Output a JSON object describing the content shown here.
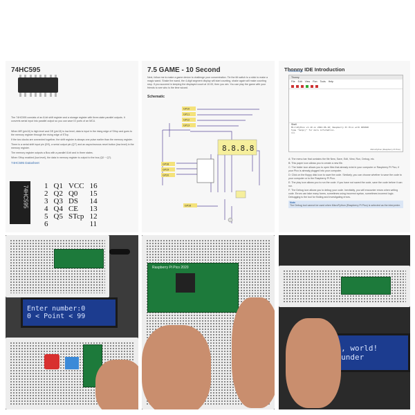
{
  "panels": {
    "chip_page": {
      "title": "74HC595",
      "intro": "The 74HC595 consists of an 8-bit shift register and a storage register with three-state parallel outputs. It converts serial input into parallel output so you can save IO ports of an MCU.",
      "bullets": [
        "When MR (pin10) is high level and OE (pin13) is low level, data is input in the rising edge of SHcp and goes to the memory register through the rising edge of STcp.",
        "If the two clocks are connected together, the shift register is always one pulse earlier than the memory register.",
        "There is a serial shift input pin (DS), a serial output pin (Q7') and an asynchronous reset button (low level) in the memory register.",
        "The memory register outputs a Bus with a parallel 8-bit and in three states.",
        "When SHcp enabled (low level), the data in memory register is output to the bus (Q0 ~ Q7)."
      ],
      "link": "74HC595 Datasheet",
      "dip_label": "74HC595",
      "pinout": [
        [
          "1",
          "Q1",
          "VCC",
          "16"
        ],
        [
          "2",
          "Q2",
          "Q0",
          "15"
        ],
        [
          "3",
          "Q3",
          "DS",
          "14"
        ],
        [
          "4",
          "Q4",
          "CE",
          "13"
        ],
        [
          "5",
          "Q5",
          "STcp",
          "12"
        ],
        [
          "6",
          "",
          "",
          "11"
        ]
      ]
    },
    "game_page": {
      "title": "7.5 GAME - 10 Second",
      "intro": "Next, follow me to make a game device to challenge your concentration. Tie the tilt switch to a stick to make a magic wand. Shake the wand, the 4-digit segment display will start counting, shake again will make counting stop. If you succeed in keeping the displayed count at 10.00, then you win. You can play the game with your friends to see who is the time wizard.",
      "schematic_label": "Schematic",
      "display_value": "8.8.8.8",
      "gp_labels": [
        "GP10",
        "GP11",
        "GP12",
        "GP13",
        "GP18",
        "GP19",
        "GP20",
        "GP16"
      ]
    },
    "ide_page": {
      "title": "Thonny IDE Introduction",
      "subtitle": "Introduction",
      "window_title": "Thonny",
      "menu": [
        "File",
        "Edit",
        "View",
        "Run",
        "Tools",
        "Help"
      ],
      "shell_label": "Shell",
      "shell_text": "MicroPython v1.19 on 2022-06-18; Raspberry Pi Pico with RP2040\nType \"help()\" for more information.\n>>>",
      "status_text": "MicroPython (Raspberry Pi Pico)",
      "items": [
        "A: The menu bar that contains the file New, Save, Edit, View, Run, Debug, etc.",
        "B: This paper icon allows you to create a new file.",
        "C: The folder icon allows you to open files that already exist in your computer or Raspberry Pi Pico, if your Pico is already plugged into your computer.",
        "D: Click on the floppy disk icon to save the code. Similarly, you can choose whether to save the code to your computer or to the Raspberry Pi Pico.",
        "E: The play icon allows you to run the code. If you have not saved the code, save the code before it can run.",
        "F: The Debug icon allows you to debug your code. Inevitably, you will encounter errors when writing code. Errors can take many forms, sometimes using incorrect syntax, sometimes incorrect logic. Debugging is the tool for finding and investigating errors."
      ],
      "note_label": "Note",
      "note_text": "The Debug tool cannot be used when MicroPython (Raspberry Pi Pico) is selected as the interpreter."
    }
  },
  "photos": {
    "lcd_number": {
      "line1": "Enter number:0",
      "line2": "0 < Point < 99"
    },
    "pico_closeup": {
      "board_text": "Raspberry Pi Pico 2020"
    },
    "lcd_hello": {
      "line1": "hello, world!",
      "line2": "SunFounder"
    }
  },
  "colors": {
    "accent_blue": "#3a6fb0",
    "lcd_blue": "#1c3c8f",
    "board_green": "#1d7a3b"
  }
}
